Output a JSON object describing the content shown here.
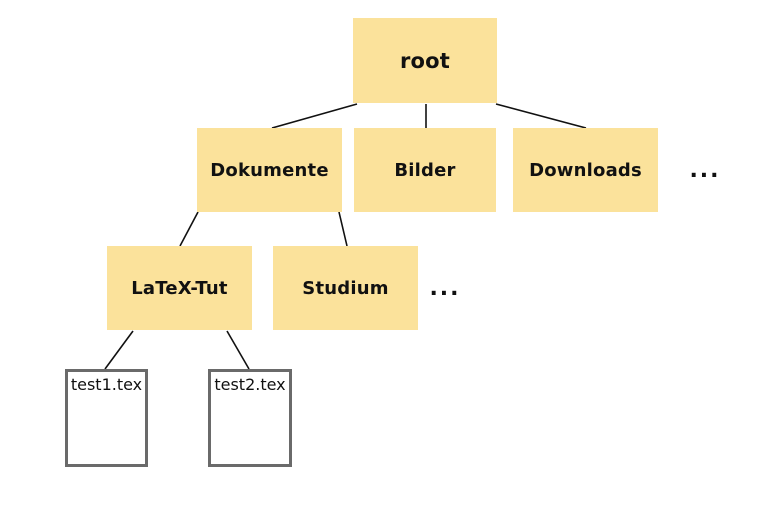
{
  "diagram": {
    "type": "file-system-tree"
  },
  "colors": {
    "folder_fill": "#fbe29b",
    "folder_text": "#111111",
    "file_fill": "#ffffff",
    "file_border": "#6a6a6a",
    "file_text": "#111111",
    "edge": "#111111",
    "background": "#ffffff"
  },
  "nodes": {
    "root": {
      "label": "root",
      "type": "folder"
    },
    "dokumente": {
      "label": "Dokumente",
      "type": "folder"
    },
    "bilder": {
      "label": "Bilder",
      "type": "folder"
    },
    "downloads": {
      "label": "Downloads",
      "type": "folder"
    },
    "latex_tut": {
      "label": "LaTeX-Tut",
      "type": "folder"
    },
    "studium": {
      "label": "Studium",
      "type": "folder"
    },
    "test1": {
      "label": "test1.tex",
      "type": "file"
    },
    "test2": {
      "label": "test2.tex",
      "type": "file"
    },
    "ellipsis_root_level": {
      "label": "...",
      "type": "ellipsis"
    },
    "ellipsis_dokumente_level": {
      "label": "...",
      "type": "ellipsis"
    }
  },
  "edges": [
    {
      "from": "root",
      "to": "dokumente"
    },
    {
      "from": "root",
      "to": "bilder"
    },
    {
      "from": "root",
      "to": "downloads"
    },
    {
      "from": "dokumente",
      "to": "latex_tut"
    },
    {
      "from": "dokumente",
      "to": "studium"
    },
    {
      "from": "latex_tut",
      "to": "test1"
    },
    {
      "from": "latex_tut",
      "to": "test2"
    }
  ]
}
